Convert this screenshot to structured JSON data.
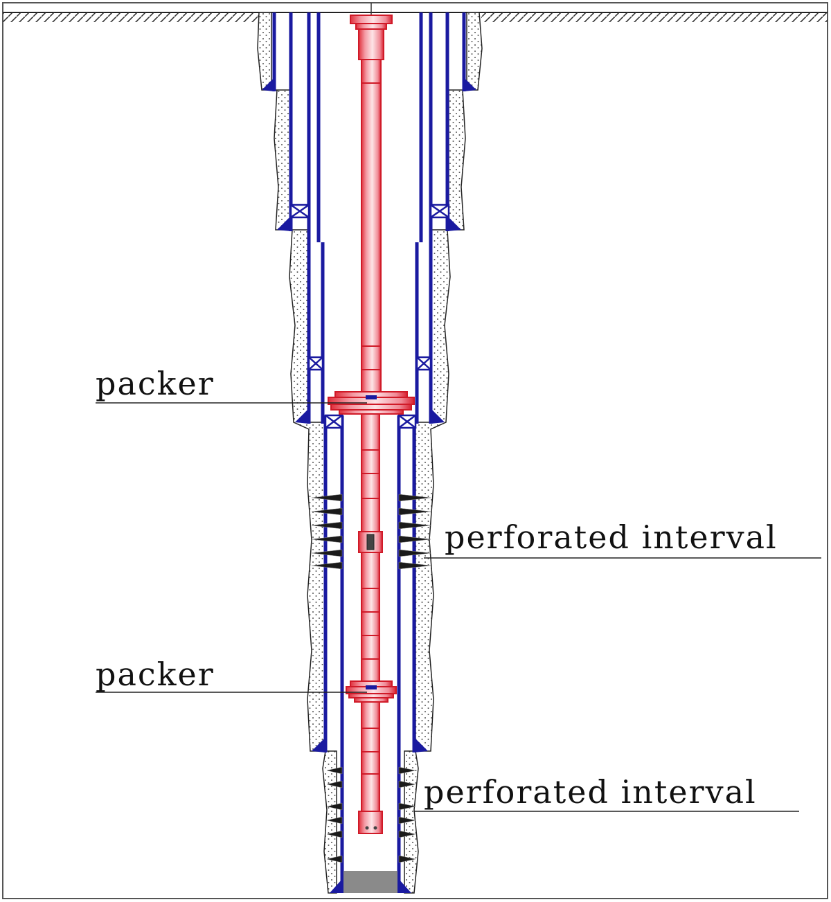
{
  "labels": {
    "packer_upper": "packer",
    "perf_upper": "perforated interval",
    "packer_lower": "packer",
    "perf_lower": "perforated interval"
  },
  "colors": {
    "casing": "#1a1aa0",
    "tubing": "#e02030",
    "tubing_fill": "#f7b9c0",
    "cement_dots": "#555555",
    "outline": "#222222",
    "plug": "#8a8a8a",
    "perforation": "#1a1a1a"
  }
}
